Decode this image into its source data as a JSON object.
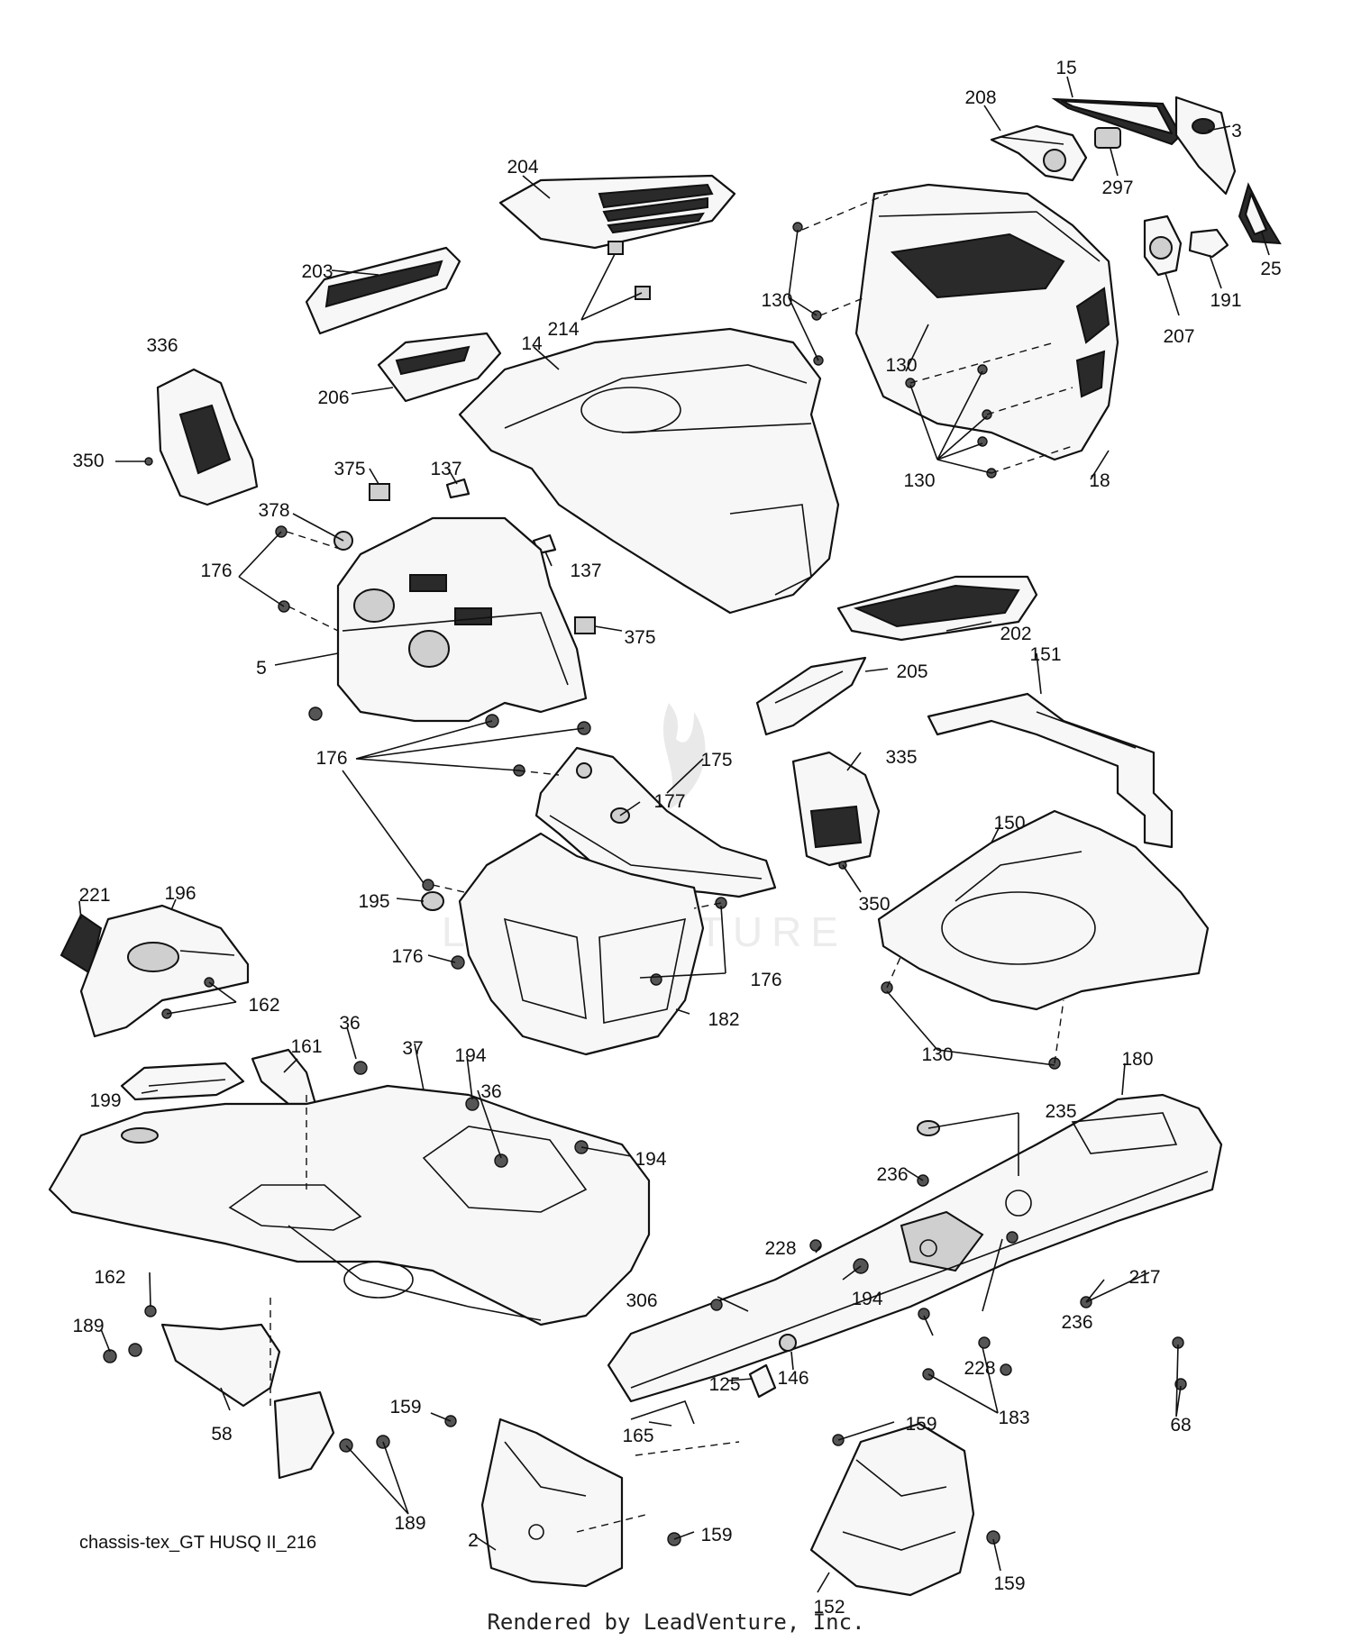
{
  "diagram": {
    "drawing_id": "chassis-tex_GT HUSQ II_216",
    "credit": "Rendered by LeadVenture, Inc.",
    "watermark": "LEADVENTURE"
  },
  "callouts": [
    {
      "key": "c15",
      "label": "15"
    },
    {
      "key": "c208",
      "label": "208"
    },
    {
      "key": "c3",
      "label": "3"
    },
    {
      "key": "c297",
      "label": "297"
    },
    {
      "key": "c204",
      "label": "204"
    },
    {
      "key": "c25",
      "label": "25"
    },
    {
      "key": "c191",
      "label": "191"
    },
    {
      "key": "c207",
      "label": "207"
    },
    {
      "key": "c203",
      "label": "203"
    },
    {
      "key": "c130a",
      "label": "130"
    },
    {
      "key": "c214",
      "label": "214"
    },
    {
      "key": "c14",
      "label": "14"
    },
    {
      "key": "c336",
      "label": "336"
    },
    {
      "key": "c130b",
      "label": "130"
    },
    {
      "key": "c206",
      "label": "206"
    },
    {
      "key": "c350a",
      "label": "350"
    },
    {
      "key": "c137a",
      "label": "137"
    },
    {
      "key": "c375a",
      "label": "375"
    },
    {
      "key": "c130c",
      "label": "130"
    },
    {
      "key": "c18",
      "label": "18"
    },
    {
      "key": "c378",
      "label": "378"
    },
    {
      "key": "c137b",
      "label": "137"
    },
    {
      "key": "c176a",
      "label": "176"
    },
    {
      "key": "c375b",
      "label": "375"
    },
    {
      "key": "c202",
      "label": "202"
    },
    {
      "key": "c5",
      "label": "5"
    },
    {
      "key": "c151",
      "label": "151"
    },
    {
      "key": "c205",
      "label": "205"
    },
    {
      "key": "c176b",
      "label": "176"
    },
    {
      "key": "c175",
      "label": "175"
    },
    {
      "key": "c335",
      "label": "335"
    },
    {
      "key": "c177",
      "label": "177"
    },
    {
      "key": "c150",
      "label": "150"
    },
    {
      "key": "c221",
      "label": "221"
    },
    {
      "key": "c196",
      "label": "196"
    },
    {
      "key": "c195",
      "label": "195"
    },
    {
      "key": "c350b",
      "label": "350"
    },
    {
      "key": "c176c",
      "label": "176"
    },
    {
      "key": "c176d",
      "label": "176"
    },
    {
      "key": "c162a",
      "label": "162"
    },
    {
      "key": "c182",
      "label": "182"
    },
    {
      "key": "c161",
      "label": "161"
    },
    {
      "key": "c36a",
      "label": "36"
    },
    {
      "key": "c37",
      "label": "37"
    },
    {
      "key": "c130d",
      "label": "130"
    },
    {
      "key": "c194a",
      "label": "194"
    },
    {
      "key": "c180",
      "label": "180"
    },
    {
      "key": "c36b",
      "label": "36"
    },
    {
      "key": "c199",
      "label": "199"
    },
    {
      "key": "c235",
      "label": "235"
    },
    {
      "key": "c194b",
      "label": "194"
    },
    {
      "key": "c236a",
      "label": "236"
    },
    {
      "key": "c228a",
      "label": "228"
    },
    {
      "key": "c162b",
      "label": "162"
    },
    {
      "key": "c194c",
      "label": "194"
    },
    {
      "key": "c217",
      "label": "217"
    },
    {
      "key": "c306",
      "label": "306"
    },
    {
      "key": "c236b",
      "label": "236"
    },
    {
      "key": "c189a",
      "label": "189"
    },
    {
      "key": "c146",
      "label": "146"
    },
    {
      "key": "c228b",
      "label": "228"
    },
    {
      "key": "c125",
      "label": "125"
    },
    {
      "key": "c58",
      "label": "58"
    },
    {
      "key": "c183",
      "label": "183"
    },
    {
      "key": "c68",
      "label": "68"
    },
    {
      "key": "c159a",
      "label": "159"
    },
    {
      "key": "c165",
      "label": "165"
    },
    {
      "key": "c159b",
      "label": "159"
    },
    {
      "key": "c189b",
      "label": "189"
    },
    {
      "key": "c159c",
      "label": "159"
    },
    {
      "key": "c2",
      "label": "2"
    },
    {
      "key": "c159d",
      "label": "159"
    },
    {
      "key": "c152",
      "label": "152"
    }
  ]
}
